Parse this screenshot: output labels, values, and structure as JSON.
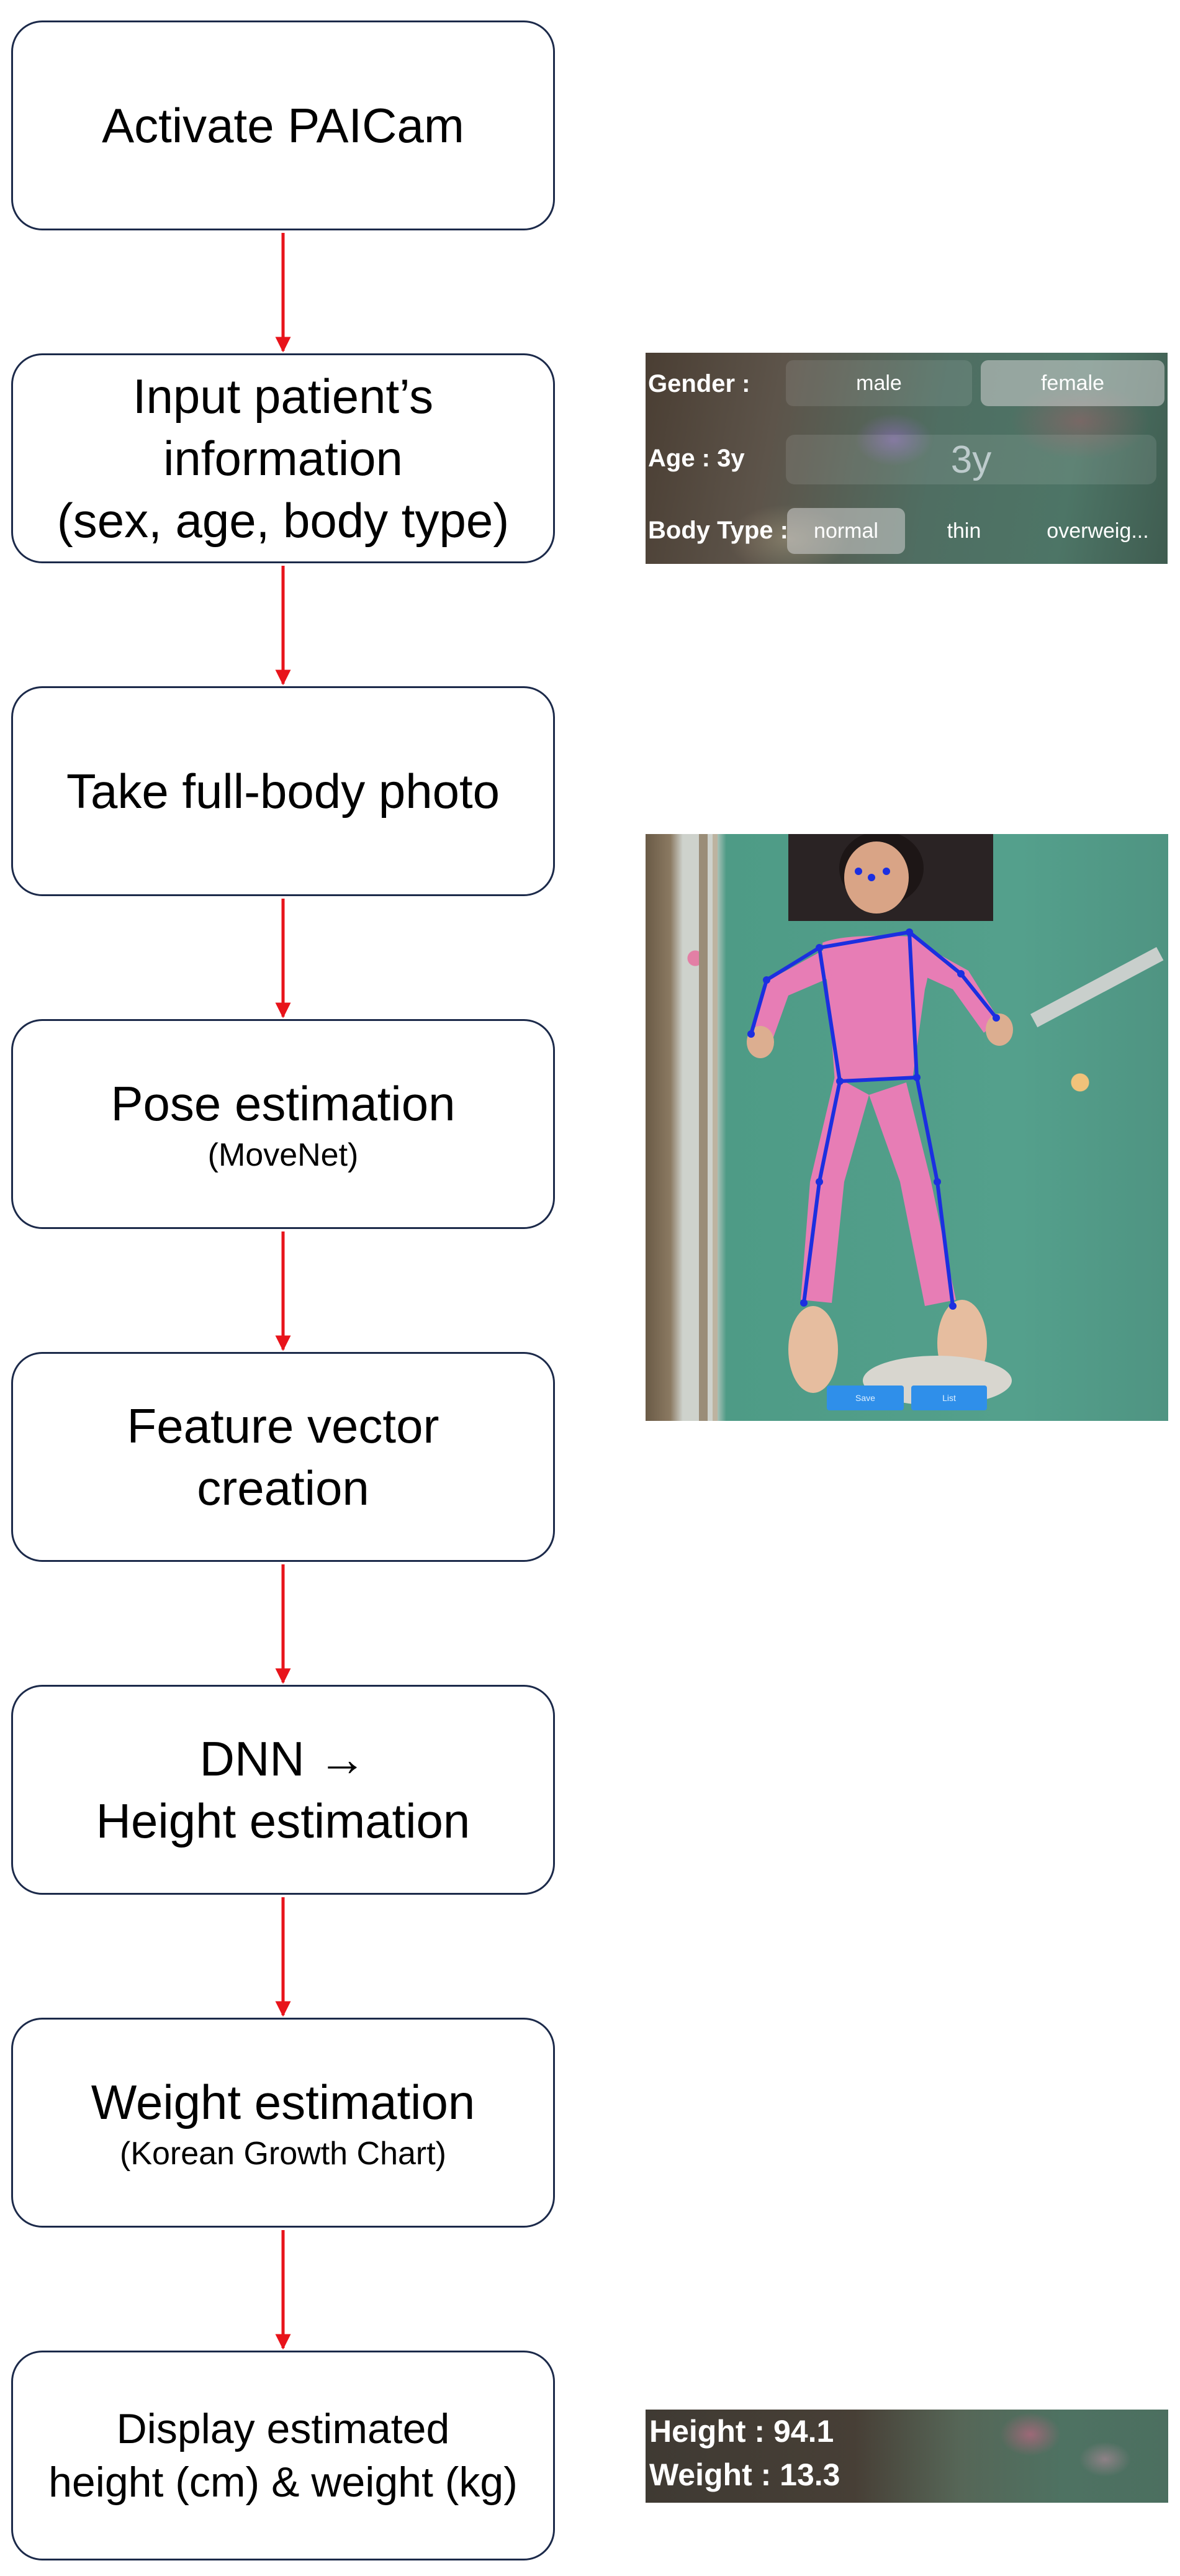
{
  "flowchart": {
    "steps": [
      {
        "main": "Activate PAICam",
        "sub": ""
      },
      {
        "main": "Input patient’s\ninformation\n(sex, age, body type)",
        "sub": ""
      },
      {
        "main": "Take full-body photo",
        "sub": ""
      },
      {
        "main": "Pose estimation",
        "sub": "(MoveNet)"
      },
      {
        "main": "Feature vector\ncreation",
        "sub": ""
      },
      {
        "main": "DNN →\nHeight estimation",
        "sub": ""
      },
      {
        "main": "Weight estimation",
        "sub": "(Korean Growth Chart)"
      },
      {
        "main": "Display estimated\nheight (cm) & weight (kg)",
        "sub": ""
      }
    ],
    "box_border_color": "#1c2a4a",
    "arrow_color": "#e8141b"
  },
  "info_panel": {
    "gender_label": "Gender :",
    "gender_options": [
      "male",
      "female"
    ],
    "gender_selected": "female",
    "age_label": "Age : 3y",
    "age_value": "3y",
    "body_type_label": "Body Type :",
    "body_type_options": [
      "normal",
      "thin",
      "overweig..."
    ],
    "body_type_selected": "normal"
  },
  "photo_panel": {
    "save_button": "Save",
    "list_button": "List",
    "skeleton_color": "#1b2fe0",
    "clothing_color": "#e77db5"
  },
  "result_panel": {
    "height_text": "Height : 94.1",
    "weight_text": "Weight : 13.3"
  }
}
